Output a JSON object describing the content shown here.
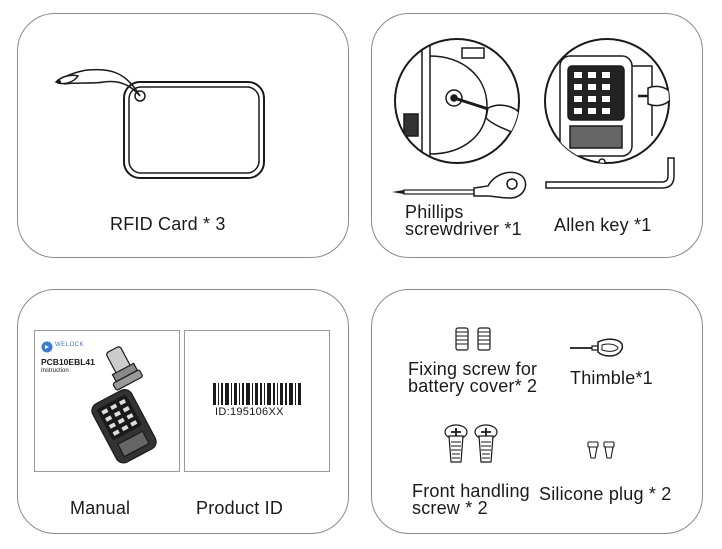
{
  "panels": {
    "rfid": {
      "label": "RFID Card * 3"
    },
    "tools": {
      "screwdriver_label_1": "Phillips",
      "screwdriver_label_2": "screwdriver *1",
      "allen_label": "Allen key *1"
    },
    "docs": {
      "brand": "WELOCK",
      "model": "PCB10EBL41",
      "subtitle": "Instruction",
      "barcode_id": "ID:195106XX",
      "manual_label": "Manual",
      "product_id_label": "Product ID"
    },
    "parts": {
      "fixing_label_1": "Fixing screw for",
      "fixing_label_2": "battery cover* 2",
      "thimble_label": "Thimble*1",
      "front_label_1": "Front handling",
      "front_label_2": "screw * 2",
      "silicone_label": "Silicone plug * 2"
    }
  },
  "colors": {
    "panel_border": "#8a8a8a",
    "accent_blue": "#3a7bd5"
  }
}
